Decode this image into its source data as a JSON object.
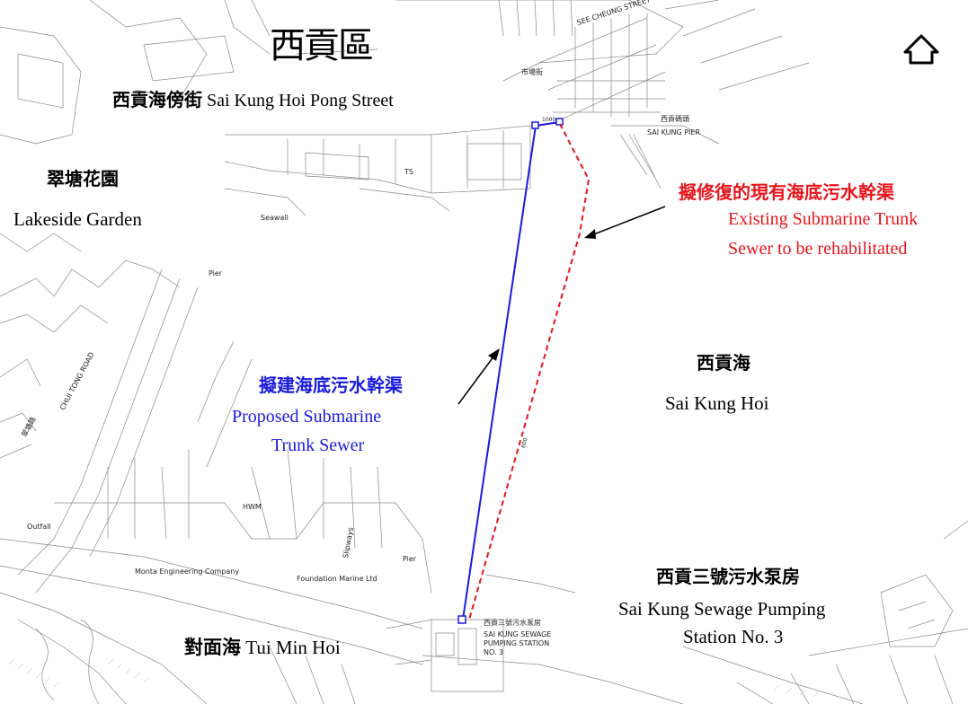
{
  "map": {
    "district_title": "西貢區",
    "north_arrow_icon": "north-arrow-icon",
    "street": {
      "chinese": "西貢海傍街",
      "english": "Sai Kung Hoi Pong Street"
    },
    "lakeside": {
      "chinese": "翠塘花園",
      "english": "Lakeside Garden"
    },
    "existing_sewer": {
      "chinese": "擬修復的現有海底污水幹渠",
      "english_line1": "Existing Submarine Trunk",
      "english_line2": "Sewer to be rehabilitated",
      "color": "#e8141b"
    },
    "proposed_sewer": {
      "chinese": "擬建海底污水幹渠",
      "english_line1": "Proposed Submarine",
      "english_line2": "Trunk Sewer",
      "color": "#1a1adf"
    },
    "sea": {
      "chinese": "西貢海",
      "english": "Sai Kung Hoi"
    },
    "pumping_station": {
      "chinese": "西貢三號污水泵房",
      "english_line1": "Sai Kung Sewage Pumping",
      "english_line2": "Station No. 3"
    },
    "tui_min_hoi": {
      "chinese": "對面海",
      "english": "Tui Min Hoi"
    },
    "base_labels": {
      "see_cheung_street": "SEE CHEUNG STREET",
      "market_street": "市場街",
      "pier_chinese": "西貢碼頭",
      "pier_english": "SAI KUNG PIER",
      "station_chinese": "西貢三號污水泵房",
      "station_en_1": "SAI KUNG SEWAGE",
      "station_en_2": "PUMPING STATION",
      "station_en_3": "NO. 3",
      "chui_tong_road": "CHUI TONG ROAD",
      "chui_tong_road_cn": "翠塘路",
      "outfall": "Outfall",
      "pier": "Pier",
      "seawall": "Seawall",
      "slipways": "Slipways",
      "hwm": "HWM",
      "monta": "Monta Engineering Company",
      "foundation": "Foundation Marine Ltd",
      "ts": "TS",
      "pipe_size_1": "1000",
      "pipe_size_2": "600"
    }
  }
}
